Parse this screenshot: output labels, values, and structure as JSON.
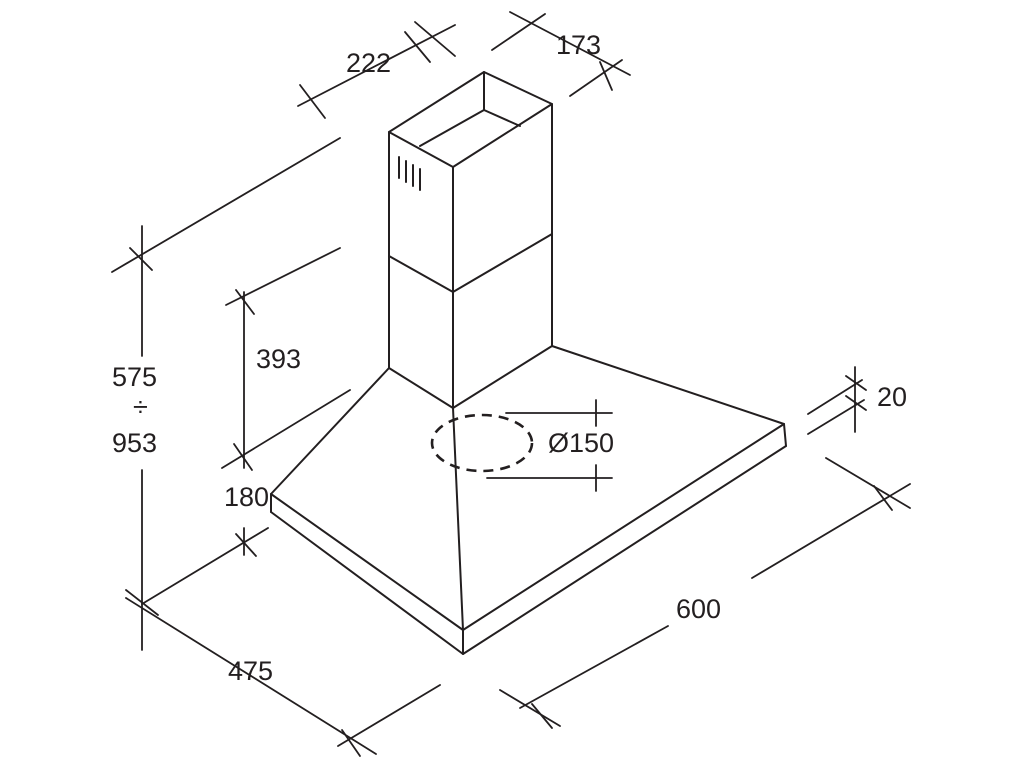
{
  "dimensions": {
    "chimney_width": "222",
    "chimney_depth": "173",
    "height_min": "575",
    "height_range_symbol": "÷",
    "height_max": "953",
    "lower_chimney_height": "393",
    "canopy_side_height": "180",
    "depth": "475",
    "width": "600",
    "lip_thickness": "20",
    "outlet_diameter": "Ø150"
  }
}
